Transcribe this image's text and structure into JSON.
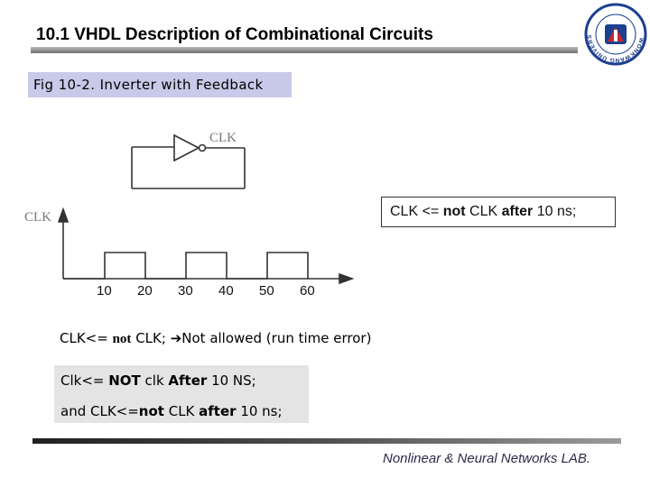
{
  "header": {
    "title": "10.1  VHDL Description of Combinational Circuits",
    "logo_text": "WONKWANG UNIVERSITY"
  },
  "figure": {
    "caption": "Fig 10-2. Inverter with Feedback",
    "gate_label": "CLK",
    "wave_axis_label": "CLK",
    "time_ticks": [
      "10",
      "20",
      "30",
      "40",
      "50",
      "60"
    ]
  },
  "code_box": {
    "parts": [
      "CLK <= ",
      "not",
      " CLK ",
      "after",
      " 10 ns;"
    ]
  },
  "note": {
    "parts": [
      "CLK<= ",
      "not",
      " CLK;  ",
      "➔",
      "Not allowed (run time error)"
    ]
  },
  "alternatives": {
    "line1": [
      "Clk<= ",
      "NOT",
      " clk ",
      "After",
      " 10 NS;"
    ],
    "line2": [
      "and CLK<=",
      "not",
      " CLK ",
      "after",
      " 10 ns;"
    ]
  },
  "footer": {
    "lab": "Nonlinear & Neural Networks LAB."
  },
  "colors": {
    "caption_bg": "#c9c9e9",
    "alt_bg": "#e4e4e4",
    "logo_blue": "#1d3f8f",
    "logo_red": "#c8262e"
  }
}
